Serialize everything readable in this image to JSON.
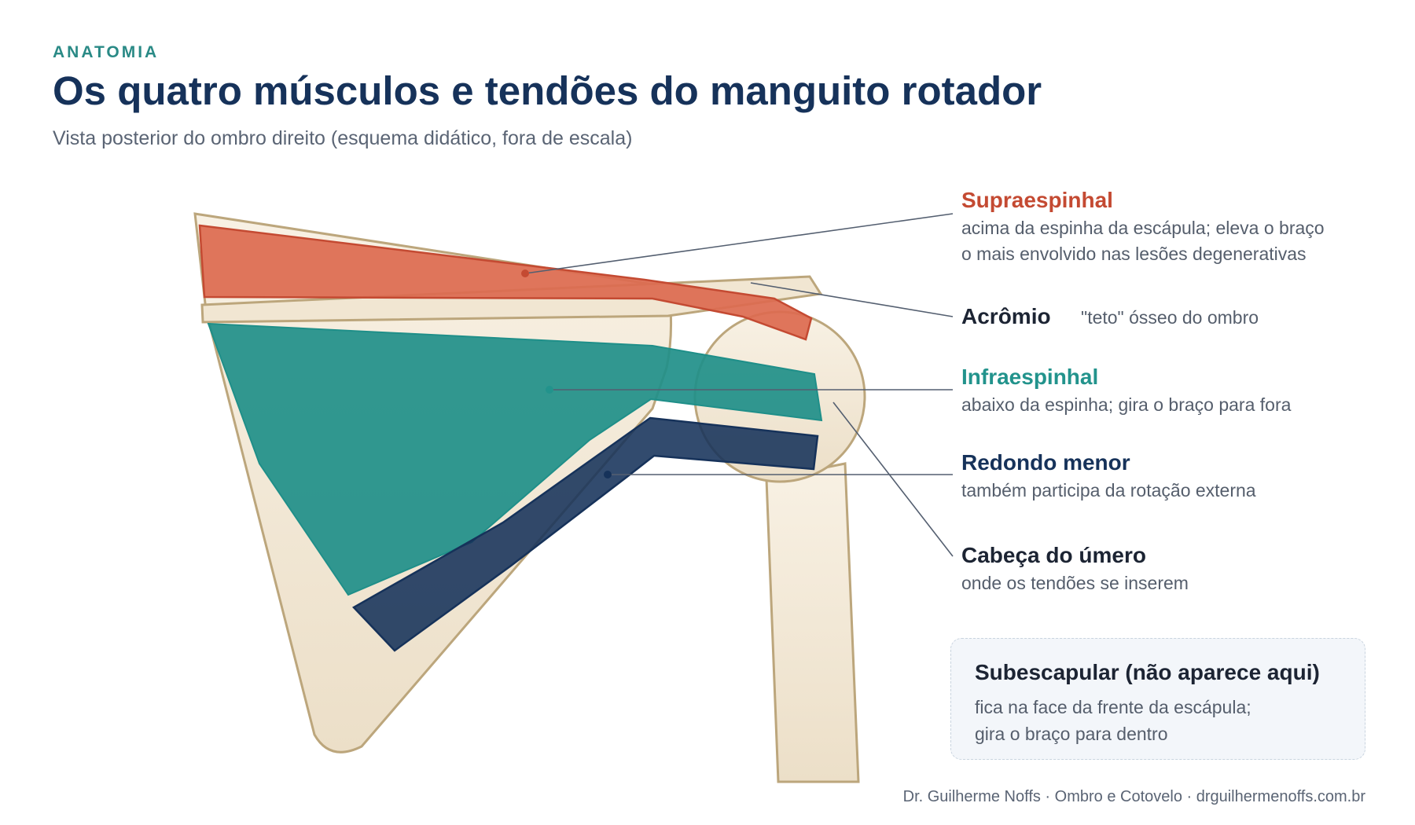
{
  "header": {
    "eyebrow": "ANATOMIA",
    "title": "Os quatro músculos e tendões do manguito rotador",
    "subtitle": "Vista posterior do ombro direito (esquema didático, fora de escala)"
  },
  "colors": {
    "supraespinhal": "#c44a32",
    "infraespinhal": "#22938c",
    "redondo_menor": "#16325a",
    "neutral_label": "#1c2433",
    "bone_fill": "#f1e6d2",
    "bone_stroke": "#bca67c"
  },
  "labels": {
    "supraespinhal": {
      "name": "Supraespinhal",
      "line1": "acima da espinha da escápula; eleva o braço",
      "line2": "o mais envolvido nas lesões degenerativas"
    },
    "acromio": {
      "name": "Acrômio",
      "desc": "\"teto\" ósseo do ombro"
    },
    "infraespinhal": {
      "name": "Infraespinhal",
      "desc": "abaixo da espinha; gira o braço para fora"
    },
    "redondo_menor": {
      "name": "Redondo menor",
      "desc": "também participa da rotação externa"
    },
    "cabeca_umero": {
      "name": "Cabeça do úmero",
      "desc": "onde os tendões se inserem"
    }
  },
  "note": {
    "title": "Subescapular (não aparece aqui)",
    "line1": "fica na face da frente da escápula;",
    "line2": "gira o braço para dentro"
  },
  "footer": {
    "credit": "Dr. Guilherme Noffs · Ombro e Cotovelo · drguilhermenoffs.com.br"
  }
}
